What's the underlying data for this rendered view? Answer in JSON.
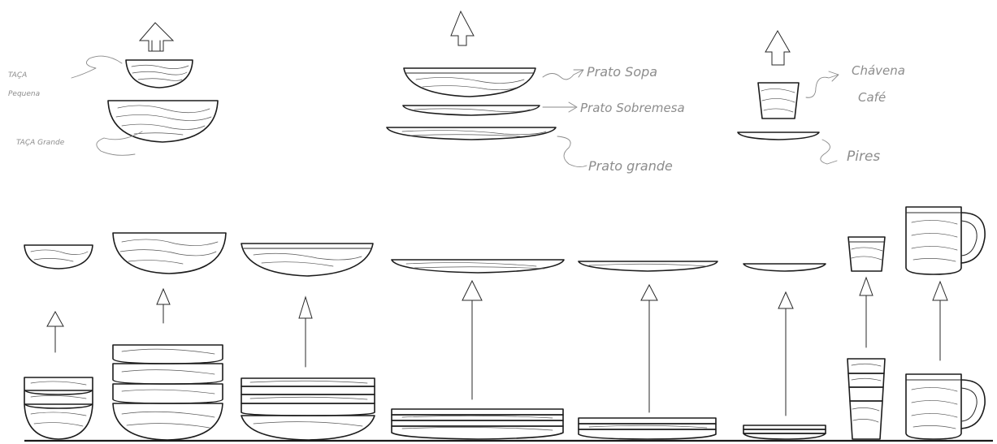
{
  "annotations": {
    "taca_pequena_line1": "TAÇA",
    "taca_pequena_line2": "Pequena",
    "taca_grande": "TAÇA Grande",
    "prato_sopa": "Prato Sopa",
    "prato_sobremesa": "Prato Sobremesa",
    "prato_grande": "Prato grande",
    "chavena_line1": "Chávena",
    "chavena_line2": "Café",
    "pires": "Pires"
  },
  "colors": {
    "ink": "#1c1c1c",
    "pencil": "#8d8d8d",
    "paper": "#ffffff"
  },
  "icons": [
    "up-arrow-icon"
  ]
}
